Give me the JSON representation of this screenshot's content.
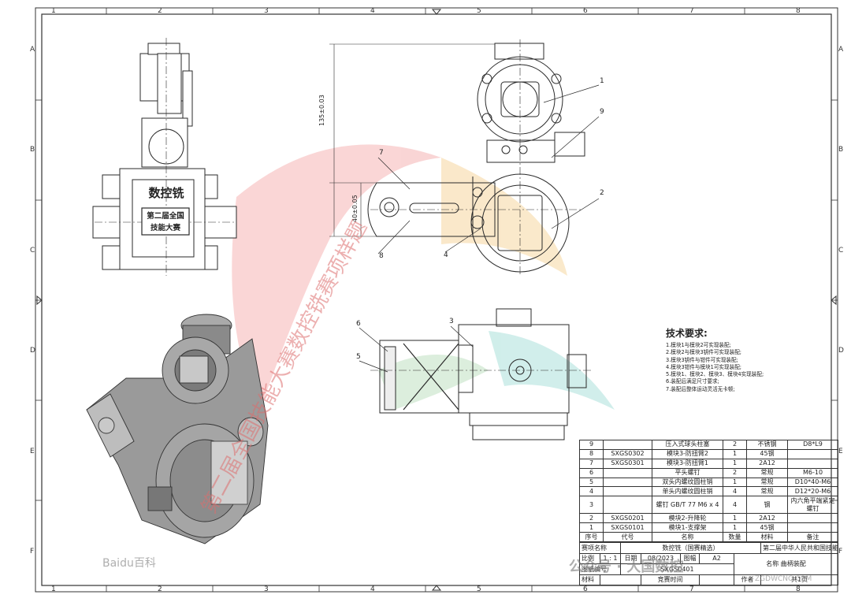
{
  "sheet": {
    "col_labels": [
      "1",
      "2",
      "3",
      "4",
      "5",
      "6",
      "7",
      "8"
    ],
    "row_labels": [
      "A",
      "B",
      "C",
      "D",
      "E",
      "F"
    ]
  },
  "dims": {
    "height_total": "135±0.03",
    "height_partial": "40±0.05"
  },
  "leaders": {
    "l1": "1",
    "l2": "2",
    "l3": "3",
    "l4": "4",
    "l5": "5",
    "l6": "6",
    "l7": "7",
    "l8": "8",
    "l9": "9"
  },
  "part_labels": {
    "main": "数控铣",
    "sub1": "第二届全国",
    "sub2": "技能大赛"
  },
  "tech": {
    "title": "技术要求:",
    "items": [
      "1.模块1与模块2可实现装配;",
      "2.模块2与模块3钥件可实现装配;",
      "3.模块3钥件与钳件可实现装配;",
      "4.模块3钳件与模块1可实现装配;",
      "5.模块1、模块2、模块3、模块4实现装配;",
      "6.装配后满足尺寸要求;",
      "7.装配后整体运动灵活无卡顿;"
    ]
  },
  "bom": {
    "rows": [
      {
        "no": "9",
        "code": "",
        "name": "压入式球头柱塞",
        "qty": "2",
        "mat": "不锈钢",
        "note": "D8*L9"
      },
      {
        "no": "8",
        "code": "SXGS0302",
        "name": "模块3-防扭臂2",
        "qty": "1",
        "mat": "45钢",
        "note": ""
      },
      {
        "no": "7",
        "code": "SXGS0301",
        "name": "模块3-防扭臂1",
        "qty": "1",
        "mat": "2A12",
        "note": ""
      },
      {
        "no": "6",
        "code": "",
        "name": "平头螺钉",
        "qty": "2",
        "mat": "常规",
        "note": "M6-10"
      },
      {
        "no": "5",
        "code": "",
        "name": "双头内螺纹圆柱销",
        "qty": "1",
        "mat": "常规",
        "note": "D10*40-M6"
      },
      {
        "no": "4",
        "code": "",
        "name": "单头内螺纹圆柱销",
        "qty": "4",
        "mat": "常规",
        "note": "D12*20-M6"
      },
      {
        "no": "3",
        "code": "",
        "name": "螺钉 GB/T 77 M6 x 4",
        "qty": "4",
        "mat": "钢",
        "note": "内六角平端紧定螺钉"
      },
      {
        "no": "2",
        "code": "SXGS0201",
        "name": "模块2-升降轮",
        "qty": "1",
        "mat": "2A12",
        "note": ""
      },
      {
        "no": "1",
        "code": "SXGS0101",
        "name": "模块1-支撑架",
        "qty": "1",
        "mat": "45钢",
        "note": ""
      }
    ],
    "header": {
      "no": "序号",
      "code": "代号",
      "name": "名称",
      "qty": "数量",
      "mat": "材料",
      "note": "备注"
    }
  },
  "titleblock": {
    "event_label": "赛项名称",
    "event_value": "数控铣（国赛精选）",
    "org": "第二届中华人民共和国技能大赛",
    "scale_label": "比例",
    "scale_value": "1 : 1",
    "date_label": "日期",
    "date_value": "08/2023",
    "sheet_label": "图幅",
    "sheet_value": "A2",
    "drawing_no_label": "图纸编号",
    "drawing_no_value": "SXGS0401",
    "name_label": "名称",
    "name_value": "曲柄装配",
    "material_label": "材料",
    "time_label": "竞赛时间",
    "author_label": "作者",
    "author_value": "共1页"
  },
  "watermarks": {
    "arc_text": "第二届全国技能大赛数控铣赛项样题",
    "wechat": "公众号 · 大国数控",
    "site": "ZGDWCNC.COM",
    "brand": "Baidu百科"
  },
  "colors": {
    "line": "#2a2a2a",
    "metal": "#8e8e8e",
    "wm_red": "#e06a6a",
    "wm_teal": "#6cc9c0"
  }
}
